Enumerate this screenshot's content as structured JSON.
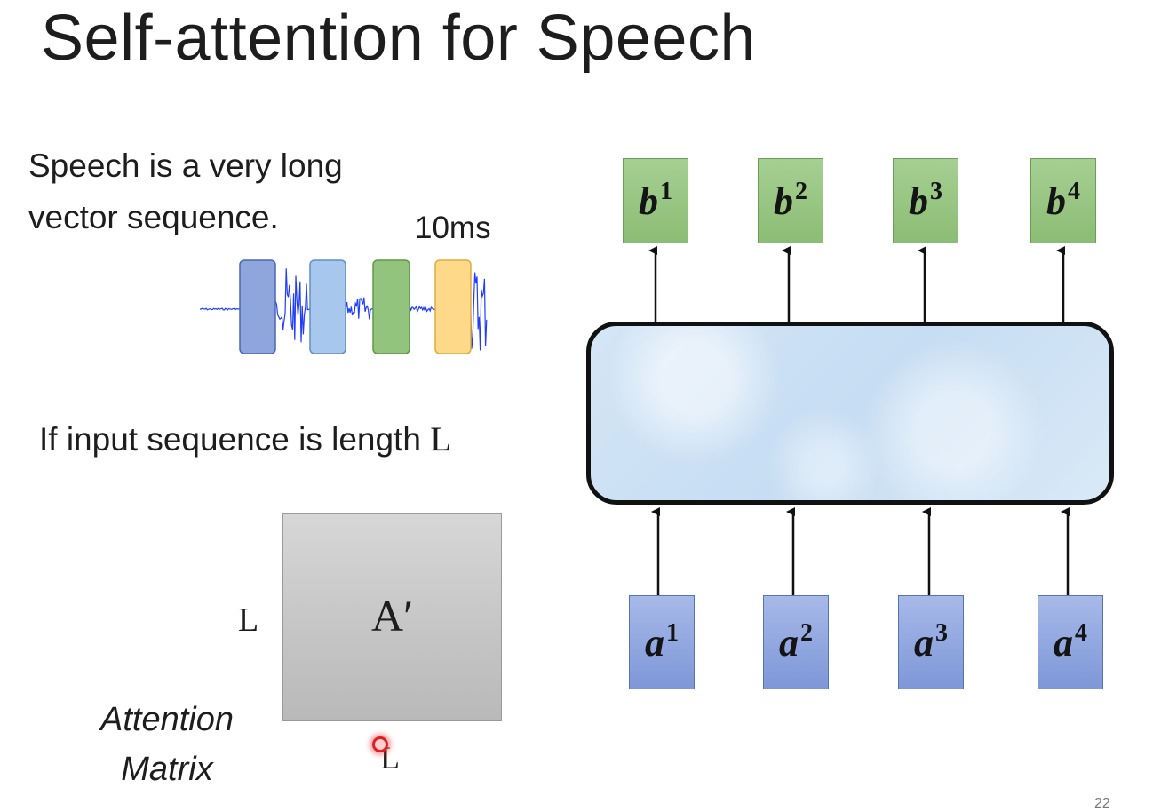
{
  "slide": {
    "title": "Self-attention for Speech",
    "description_lines": [
      "Speech is a very long",
      "vector sequence."
    ],
    "frame_label": "10ms",
    "length_text": "If input sequence is length ",
    "length_symbol": "L",
    "page_number": "22"
  },
  "waveform": {
    "wave_color": "#1f3cff",
    "frames": [
      {
        "name": "frame-1",
        "color": "#8fa6dc"
      },
      {
        "name": "frame-2",
        "color": "#a8c7ec"
      },
      {
        "name": "frame-3",
        "color": "#93c47d"
      },
      {
        "name": "frame-4",
        "color": "#ffd98a"
      }
    ]
  },
  "matrix": {
    "symbol": "A′",
    "row_label": "L",
    "col_label": "L",
    "caption_lines": [
      "Attention",
      "Matrix"
    ]
  },
  "diagram": {
    "outputs": [
      {
        "base": "b",
        "sup": "1"
      },
      {
        "base": "b",
        "sup": "2"
      },
      {
        "base": "b",
        "sup": "3"
      },
      {
        "base": "b",
        "sup": "4"
      }
    ],
    "inputs": [
      {
        "base": "a",
        "sup": "1"
      },
      {
        "base": "a",
        "sup": "2"
      },
      {
        "base": "a",
        "sup": "3"
      },
      {
        "base": "a",
        "sup": "4"
      }
    ],
    "output_color": "#93c47d",
    "input_color": "#8ea5e0"
  }
}
